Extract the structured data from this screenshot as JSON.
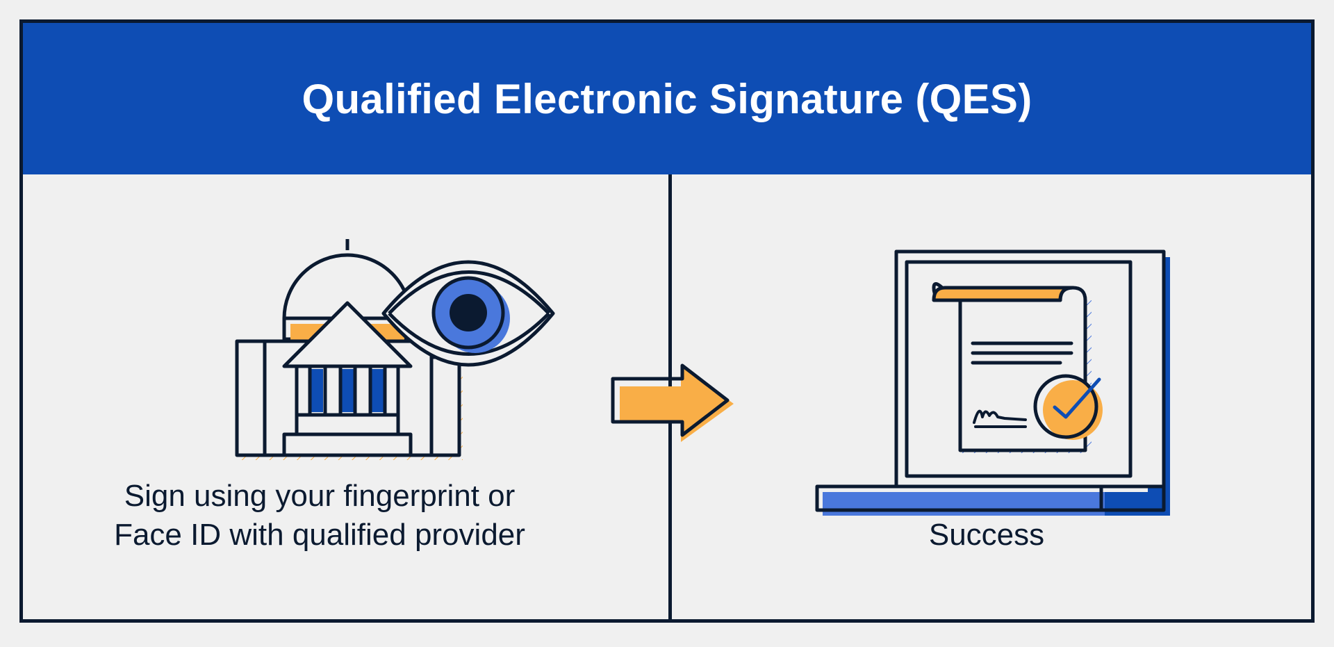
{
  "title": "Qualified Electronic Signature (QES)",
  "left_panel": {
    "label_line1": "Sign using your fingerprint or",
    "label_line2": "Face ID with qualified provider",
    "icons": [
      "bank-building-icon",
      "eye-icon"
    ]
  },
  "connector": {
    "icon": "arrow-right-icon"
  },
  "right_panel": {
    "label": "Success",
    "icons": [
      "laptop-icon",
      "signed-document-icon",
      "check-badge-icon"
    ]
  },
  "colors": {
    "header_blue": "#0e4db4",
    "accent_blue": "#4a78dc",
    "deep_blue": "#0e4db4",
    "accent_orange": "#f9ae47",
    "ink": "#0b1a30",
    "background": "#f0f0f0"
  }
}
